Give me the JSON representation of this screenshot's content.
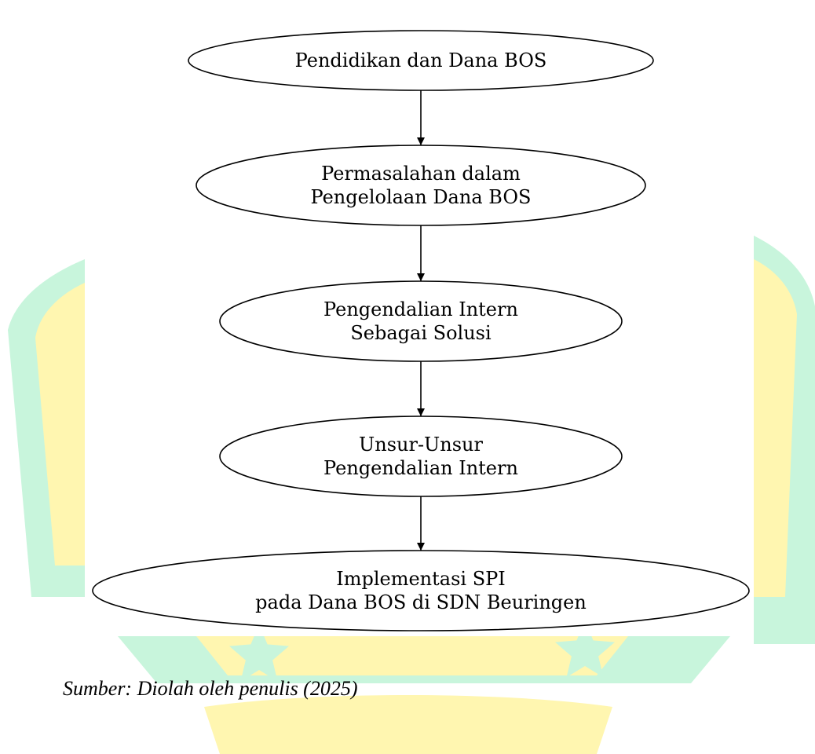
{
  "diagram": {
    "nodes": [
      {
        "id": "n1",
        "lines": [
          "Pendidikan dan Dana BOS"
        ]
      },
      {
        "id": "n2",
        "lines": [
          "Permasalahan dalam",
          "Pengelolaan Dana BOS"
        ]
      },
      {
        "id": "n3",
        "lines": [
          "Pengendalian Intern",
          "Sebagai Solusi"
        ]
      },
      {
        "id": "n4",
        "lines": [
          "Unsur-Unsur",
          "Pengendalian Intern"
        ]
      },
      {
        "id": "n5",
        "lines": [
          "Implementasi SPI",
          "pada Dana BOS di SDN Beuringen"
        ]
      }
    ],
    "edges": [
      {
        "from": "n1",
        "to": "n2"
      },
      {
        "from": "n2",
        "to": "n3"
      },
      {
        "from": "n3",
        "to": "n4"
      },
      {
        "from": "n4",
        "to": "n5"
      }
    ]
  },
  "caption": "Sumber: Diolah oleh penulis (2025)",
  "colors": {
    "watermark_green": "#c8f5dc",
    "watermark_yellow": "#fff6b0",
    "stroke": "#000000"
  }
}
